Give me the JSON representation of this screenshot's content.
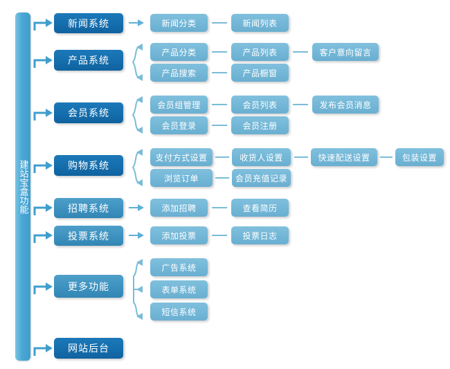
{
  "diagram": {
    "title": "建站宝盒功能",
    "colors": {
      "root_bar": "#4aa7d4",
      "primary_node": "#166fae",
      "mid_node": "#3f93c0",
      "secondary_node": "#74b7d7",
      "connector": "#4aa7d4",
      "dash": "#79bcd8",
      "background": "#ffffff"
    },
    "root": {
      "label": "建站宝盒功能"
    },
    "branches": [
      {
        "name": "news",
        "label": "新闻系统",
        "style": "primary",
        "connector": "arrow",
        "children": [
          {
            "label": "新闻分类"
          },
          {
            "label": "新闻列表"
          }
        ]
      },
      {
        "name": "product",
        "label": "产品系统",
        "style": "primary",
        "connector": "bracket2",
        "children": [
          {
            "label": "产品分类"
          },
          {
            "label": "产品列表"
          },
          {
            "label": "客户意向留言"
          },
          {
            "label": "产品搜索"
          },
          {
            "label": "产品橱窗"
          }
        ]
      },
      {
        "name": "member",
        "label": "会员系统",
        "style": "primary",
        "connector": "bracket2",
        "children": [
          {
            "label": "会员组管理"
          },
          {
            "label": "会员列表"
          },
          {
            "label": "发布会员消息"
          },
          {
            "label": "会员登录"
          },
          {
            "label": "会员注册"
          }
        ]
      },
      {
        "name": "shopping",
        "label": "购物系统",
        "style": "primary",
        "connector": "bracket2",
        "children": [
          {
            "label": "支付方式设置"
          },
          {
            "label": "收货人设置"
          },
          {
            "label": "快速配送设置"
          },
          {
            "label": "包装设置"
          },
          {
            "label": "浏览订单"
          },
          {
            "label": "会员充值记录"
          }
        ]
      },
      {
        "name": "recruit",
        "label": "招聘系统",
        "style": "mid",
        "connector": "arrow",
        "children": [
          {
            "label": "添加招聘"
          },
          {
            "label": "查看简历"
          }
        ]
      },
      {
        "name": "vote",
        "label": "投票系统",
        "style": "mid",
        "connector": "arrow",
        "children": [
          {
            "label": "添加投票"
          },
          {
            "label": "投票日志"
          }
        ]
      },
      {
        "name": "more",
        "label": "更多功能",
        "style": "mid",
        "connector": "bracket3",
        "children": [
          {
            "label": "广告系统"
          },
          {
            "label": "表单系统"
          },
          {
            "label": "短信系统"
          }
        ]
      },
      {
        "name": "backend",
        "label": "网站后台",
        "style": "primary",
        "connector": "none",
        "children": []
      }
    ]
  }
}
